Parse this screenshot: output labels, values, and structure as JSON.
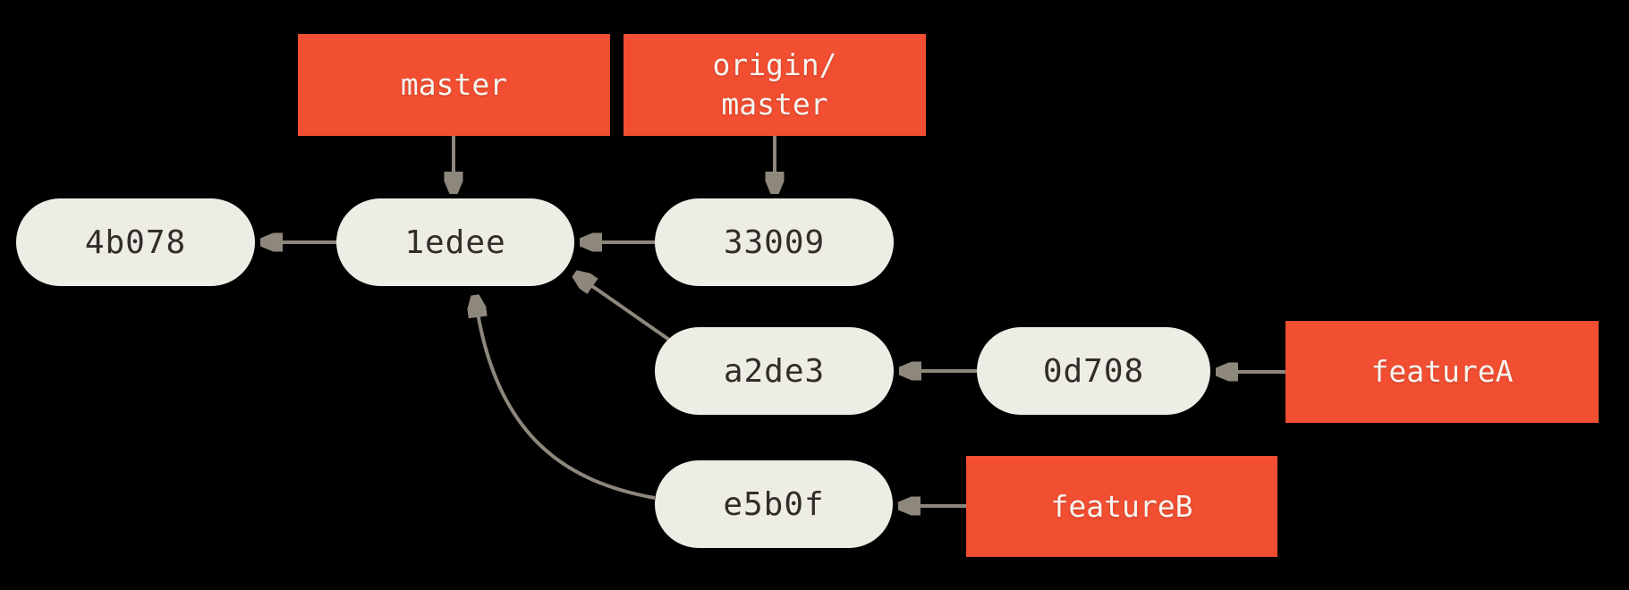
{
  "diagram": {
    "kind": "git-commit-history",
    "background": "#000000",
    "colors": {
      "branch_box": "#f14e32",
      "branch_text": "#f7f5f0",
      "commit_pill": "#eeede5",
      "commit_text": "#312d29",
      "arrow": "#8e877c"
    },
    "branches": [
      {
        "id": "master",
        "lines": [
          "master"
        ]
      },
      {
        "id": "origin/master",
        "lines": [
          "origin/",
          "master"
        ]
      },
      {
        "id": "featureA",
        "lines": [
          "featureA"
        ]
      },
      {
        "id": "featureB",
        "lines": [
          "featureB"
        ]
      }
    ],
    "commits": [
      {
        "id": "4b078",
        "label": "4b078"
      },
      {
        "id": "1edee",
        "label": "1edee"
      },
      {
        "id": "33009",
        "label": "33009"
      },
      {
        "id": "a2de3",
        "label": "a2de3"
      },
      {
        "id": "0d708",
        "label": "0d708"
      },
      {
        "id": "e5b0f",
        "label": "e5b0f"
      }
    ],
    "edges": [
      {
        "from": "master",
        "to": "1edee",
        "type": "branch-pointer"
      },
      {
        "from": "origin/master",
        "to": "33009",
        "type": "branch-pointer"
      },
      {
        "from": "1edee",
        "to": "4b078",
        "type": "parent"
      },
      {
        "from": "33009",
        "to": "1edee",
        "type": "parent"
      },
      {
        "from": "a2de3",
        "to": "1edee",
        "type": "parent"
      },
      {
        "from": "e5b0f",
        "to": "1edee",
        "type": "parent"
      },
      {
        "from": "0d708",
        "to": "a2de3",
        "type": "parent"
      },
      {
        "from": "featureA",
        "to": "0d708",
        "type": "branch-pointer"
      },
      {
        "from": "featureB",
        "to": "e5b0f",
        "type": "branch-pointer"
      }
    ]
  }
}
